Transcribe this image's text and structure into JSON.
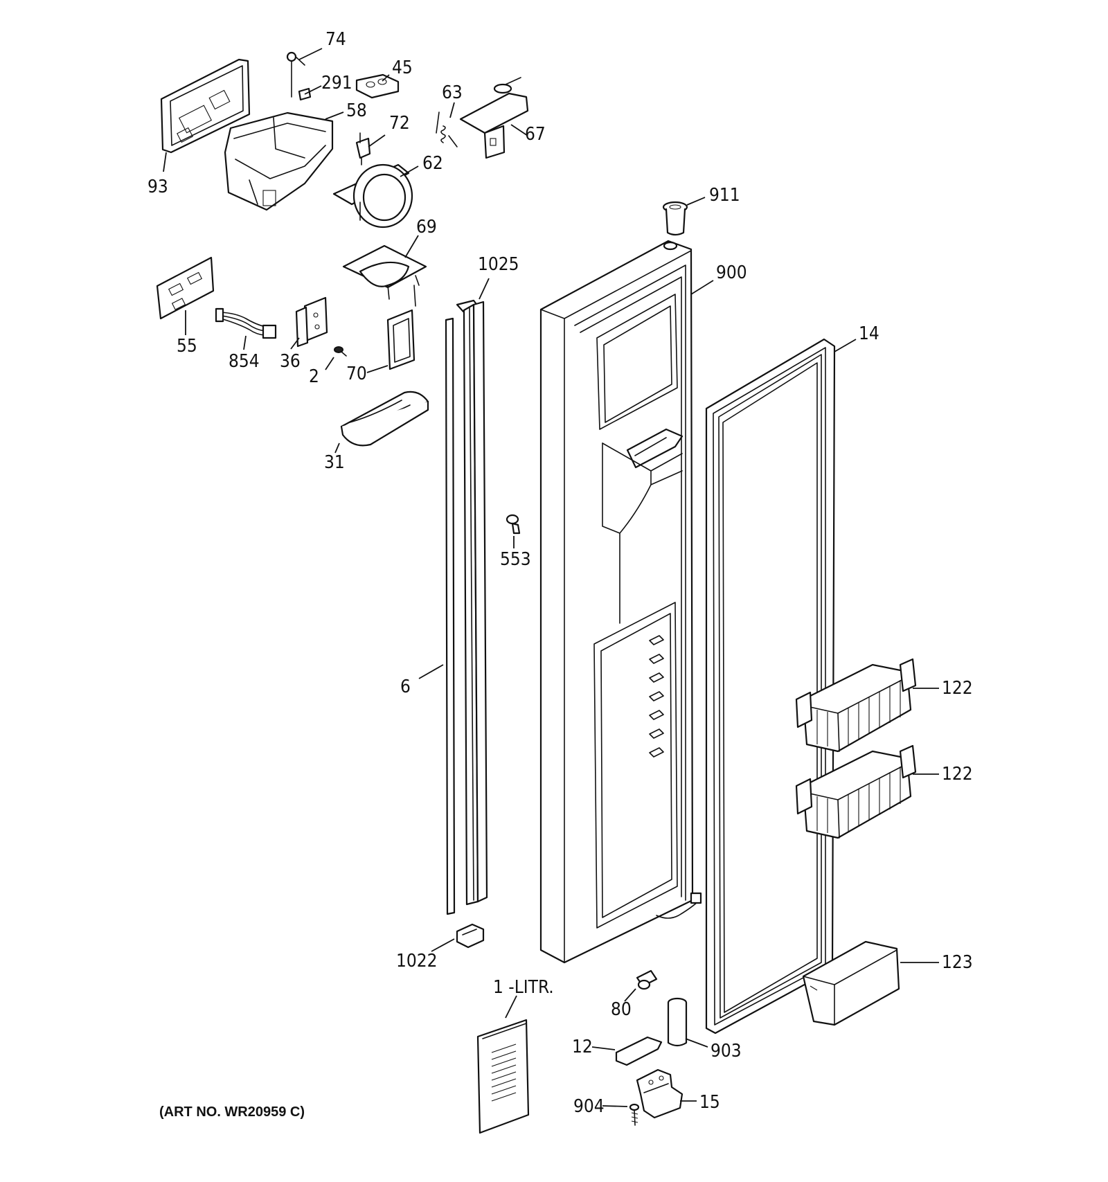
{
  "diagram": {
    "art_number": "(ART NO. WR20959 C)",
    "callouts": [
      {
        "id": "74",
        "label": "74"
      },
      {
        "id": "45",
        "label": "45"
      },
      {
        "id": "291",
        "label": "291"
      },
      {
        "id": "58",
        "label": "58"
      },
      {
        "id": "63",
        "label": "63"
      },
      {
        "id": "72",
        "label": "72"
      },
      {
        "id": "67",
        "label": "67"
      },
      {
        "id": "62",
        "label": "62"
      },
      {
        "id": "93",
        "label": "93"
      },
      {
        "id": "911",
        "label": "911"
      },
      {
        "id": "69",
        "label": "69"
      },
      {
        "id": "1025",
        "label": "1025"
      },
      {
        "id": "900",
        "label": "900"
      },
      {
        "id": "55",
        "label": "55"
      },
      {
        "id": "854",
        "label": "854"
      },
      {
        "id": "36",
        "label": "36"
      },
      {
        "id": "2",
        "label": "2"
      },
      {
        "id": "70",
        "label": "70"
      },
      {
        "id": "14",
        "label": "14"
      },
      {
        "id": "31",
        "label": "31"
      },
      {
        "id": "553",
        "label": "553"
      },
      {
        "id": "6",
        "label": "6"
      },
      {
        "id": "122a",
        "label": "122"
      },
      {
        "id": "122b",
        "label": "122"
      },
      {
        "id": "1022",
        "label": "1022"
      },
      {
        "id": "123",
        "label": "123"
      },
      {
        "id": "1litr",
        "label": "1 -LITR."
      },
      {
        "id": "80",
        "label": "80"
      },
      {
        "id": "12",
        "label": "12"
      },
      {
        "id": "903",
        "label": "903"
      },
      {
        "id": "904",
        "label": "904"
      },
      {
        "id": "15",
        "label": "15"
      }
    ]
  }
}
